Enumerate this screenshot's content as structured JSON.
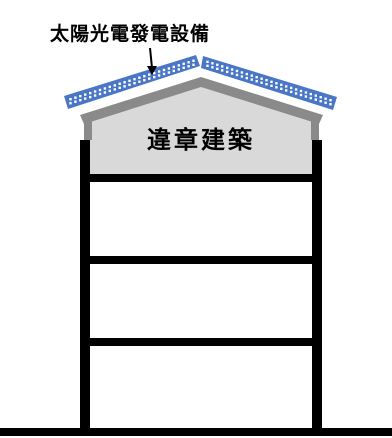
{
  "labels": {
    "solar_equipment": "太陽光電發電設備",
    "illegal_building": "違章建築"
  },
  "colors": {
    "panel_blue": "#4a76c6",
    "panel_cells": "#ffffff",
    "roof_gray": "#8a8a8a",
    "rooftop_fill": "#d9d9d9",
    "structure": "#000000",
    "background": "#ffffff"
  },
  "structure": {
    "regular_floors": 3,
    "rooftop_addition": "gable-roof"
  }
}
